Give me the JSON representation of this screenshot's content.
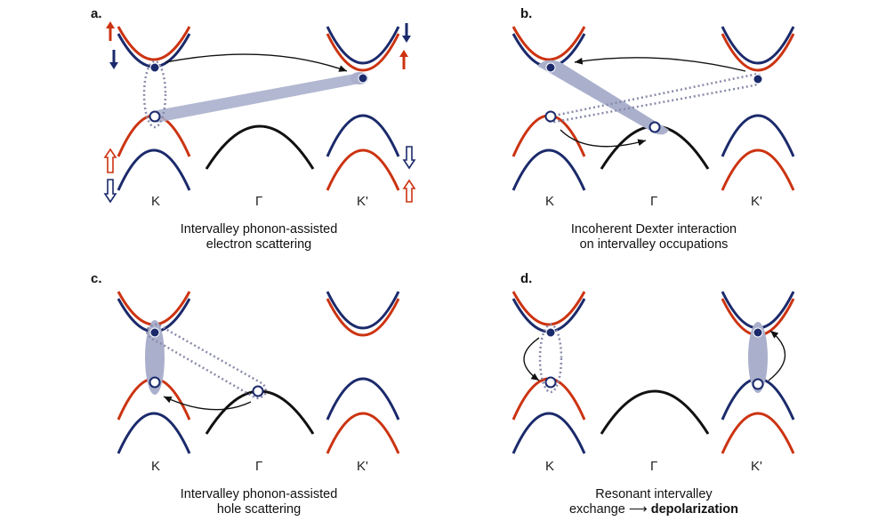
{
  "panels": [
    {
      "label": "a.",
      "k": "K",
      "gamma": "Γ",
      "kp": "K'",
      "caption": [
        "Intervalley phonon-assisted",
        "electron scattering"
      ]
    },
    {
      "label": "b.",
      "k": "K",
      "gamma": "Γ",
      "kp": "K'",
      "caption": [
        "Incoherent Dexter interaction",
        "on intervalley occupations"
      ]
    },
    {
      "label": "c.",
      "k": "K",
      "gamma": "Γ",
      "kp": "K'",
      "caption": [
        "Intervalley phonon-assisted",
        "hole scattering"
      ]
    },
    {
      "label": "d.",
      "k": "K",
      "gamma": "Γ",
      "kp": "K'",
      "caption_line1": "Resonant intervalley",
      "caption_line2_pre": "exchange ⟶ ",
      "caption_line2_bold": "depolarization"
    }
  ],
  "colors": {
    "red": "#cc3311",
    "navy": "#1b2a6b",
    "black": "#111111",
    "shade": "#aab0cc",
    "dot": "#888aaa"
  }
}
